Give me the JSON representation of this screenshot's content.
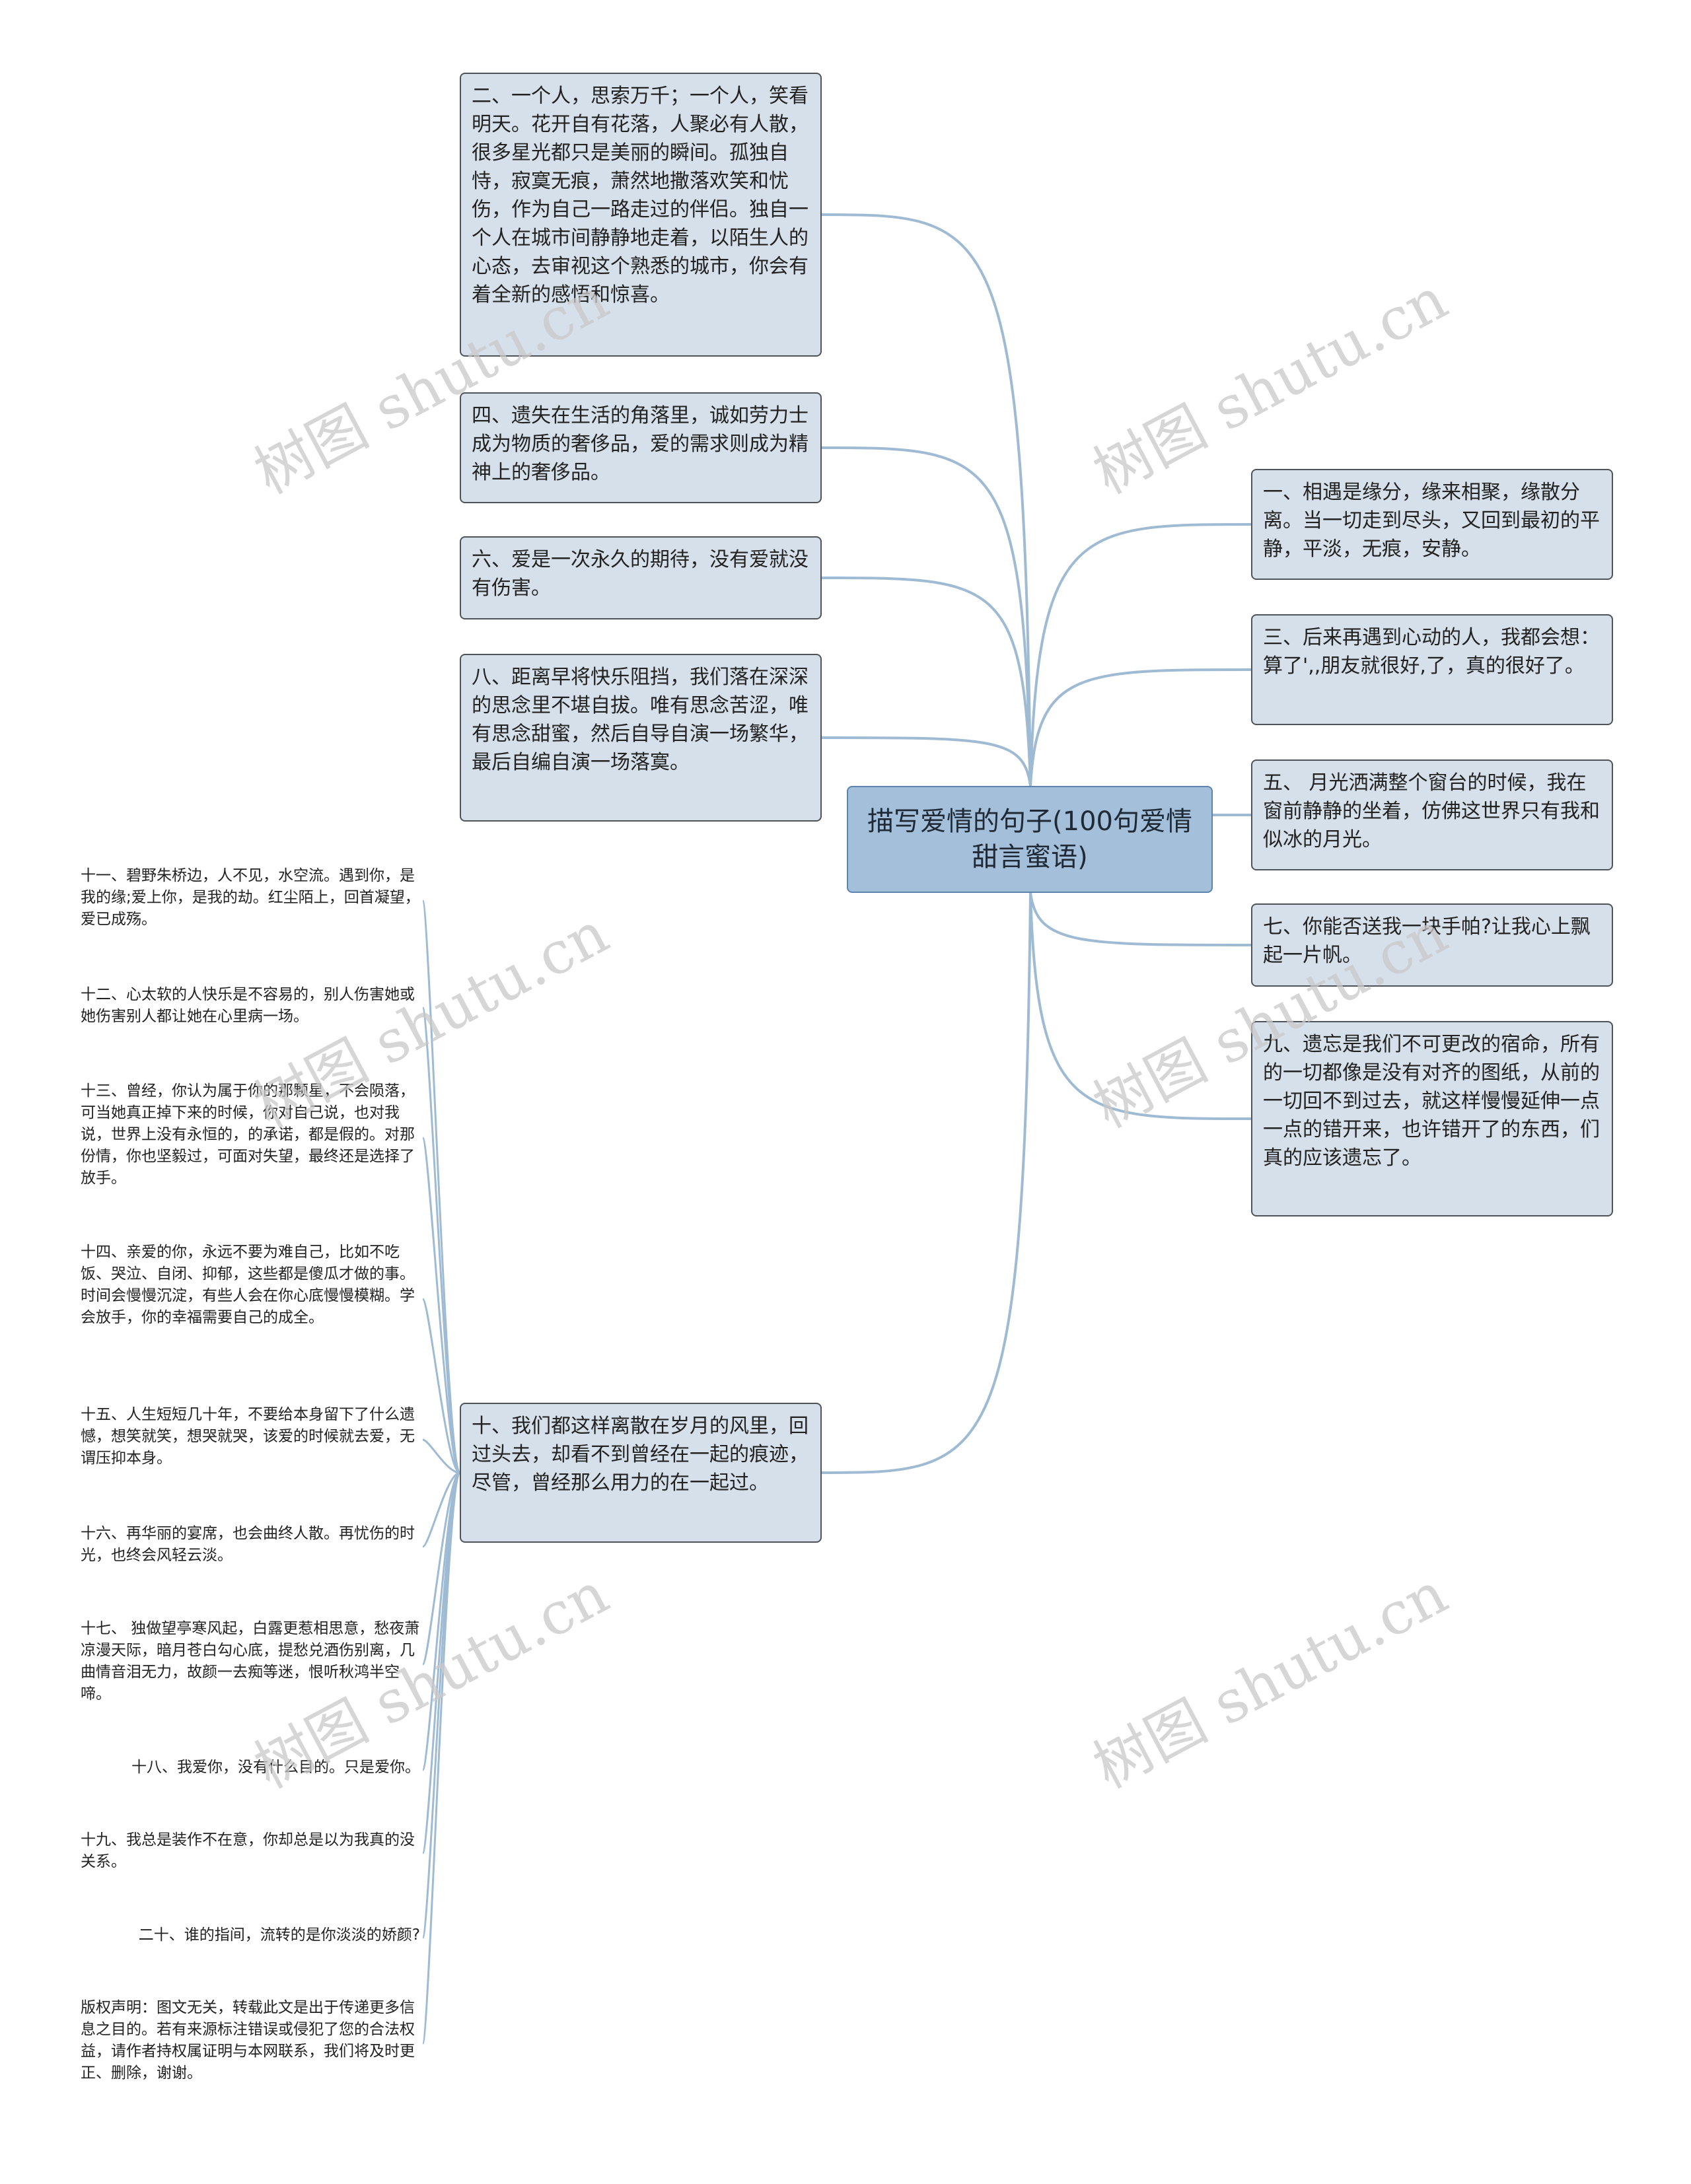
{
  "root": {
    "label": "描写爱情的句子(100句爱情甜言蜜语)"
  },
  "branches_right": [
    {
      "id": "one",
      "text": "一、相遇是缘分，缘来相聚，缘散分离。当一切走到尽头，又回到最初的平静，平淡，无痕，安静。"
    },
    {
      "id": "three",
      "text": "三、后来再遇到心动的人，我都会想：算了',,朋友就很好,了，真的很好了。"
    },
    {
      "id": "five",
      "text": "五、 月光洒满整个窗台的时候，我在窗前静静的坐着，仿佛这世界只有我和似冰的月光。"
    },
    {
      "id": "seven",
      "text": "七、你能否送我一块手帕?让我心上飘起一片帆。"
    },
    {
      "id": "nine",
      "text": "九、遗忘是我们不可更改的宿命，所有的一切都像是没有对齐的图纸，从前的一切回不到过去，就这样慢慢延伸一点一点的错开来，也许错开了的东西，们真的应该遗忘了。"
    }
  ],
  "branches_left": [
    {
      "id": "two",
      "text": "二、一个人，思索万千；一个人，笑看明天。花开自有花落，人聚必有人散，很多星光都只是美丽的瞬间。孤独自恃，寂寞无痕，萧然地撒落欢笑和忧伤，作为自己一路走过的伴侣。独自一个人在城市间静静地走着，以陌生人的心态，去审视这个熟悉的城市，你会有着全新的感悟和惊喜。"
    },
    {
      "id": "four",
      "text": "四、遗失在生活的角落里，诚如劳力士成为物质的奢侈品，爱的需求则成为精神上的奢侈品。"
    },
    {
      "id": "six",
      "text": "六、爱是一次永久的期待，没有爱就没有伤害。"
    },
    {
      "id": "eight",
      "text": "八、距离早将快乐阻挡，我们落在深深的思念里不堪自拔。唯有思念苦涩，唯有思念甜蜜，然后自导自演一场繁华，最后自编自演一场落寞。"
    },
    {
      "id": "ten",
      "text": "十、我们都这样离散在岁月的风里，回过头去，却看不到曾经在一起的痕迹，尽管，曾经那么用力的在一起过。"
    }
  ],
  "leaves": [
    {
      "id": "l11",
      "text": "十一、碧野朱桥边，人不见，水空流。遇到你，是我的缘;爱上你，是我的劫。红尘陌上，回首凝望，爱已成殇。"
    },
    {
      "id": "l12",
      "text": "十二、心太软的人快乐是不容易的，别人伤害她或她伤害别人都让她在心里病一场。"
    },
    {
      "id": "l13",
      "text": "十三、曾经，你认为属于你的那颗星，不会陨落，可当她真正掉下来的时候，你对自己说，也对我说，世界上没有永恒的，的承诺，都是假的。对那份情，你也坚毅过，可面对失望，最终还是选择了放手。"
    },
    {
      "id": "l14",
      "text": "十四、亲爱的你，永远不要为难自己，比如不吃饭、哭泣、自闭、抑郁，这些都是傻瓜才做的事。时间会慢慢沉淀，有些人会在你心底慢慢模糊。学会放手，你的幸福需要自己的成全。"
    },
    {
      "id": "l15",
      "text": "十五、人生短短几十年，不要给本身留下了什么遗憾，想笑就笑，想哭就哭，该爱的时候就去爱，无谓压抑本身。"
    },
    {
      "id": "l16",
      "text": "十六、再华丽的宴席，也会曲终人散。再忧伤的时光，也终会风轻云淡。"
    },
    {
      "id": "l17",
      "text": "十七、 独做望亭寒风起，白露更惹相思意，愁夜萧凉漫天际，暗月苍白勾心底，提愁兑酒伤别离，几曲情音泪无力，故颜一去痴等迷，恨听秋鸿半空啼。"
    },
    {
      "id": "l18",
      "text": "十八、我爱你，没有什么目的。只是爱你。"
    },
    {
      "id": "l19",
      "text": "十九、我总是装作不在意，你却总是以为我真的没关系。"
    },
    {
      "id": "l20",
      "text": "二十、谁的指间，流转的是你淡淡的娇颜?"
    },
    {
      "id": "lcopy",
      "text": "版权声明：图文无关，转载此文是出于传递更多信息之目的。若有来源标注错误或侵犯了您的合法权益，请作者持权属证明与本网联系，我们将及时更正、删除，谢谢。"
    }
  ],
  "watermark": "树图 shutu.cn",
  "colors": {
    "link": "#9fbbd4",
    "node_fill": "#d5e0ea",
    "root_fill": "#a3bfd9",
    "node_border": "#4f5358"
  }
}
